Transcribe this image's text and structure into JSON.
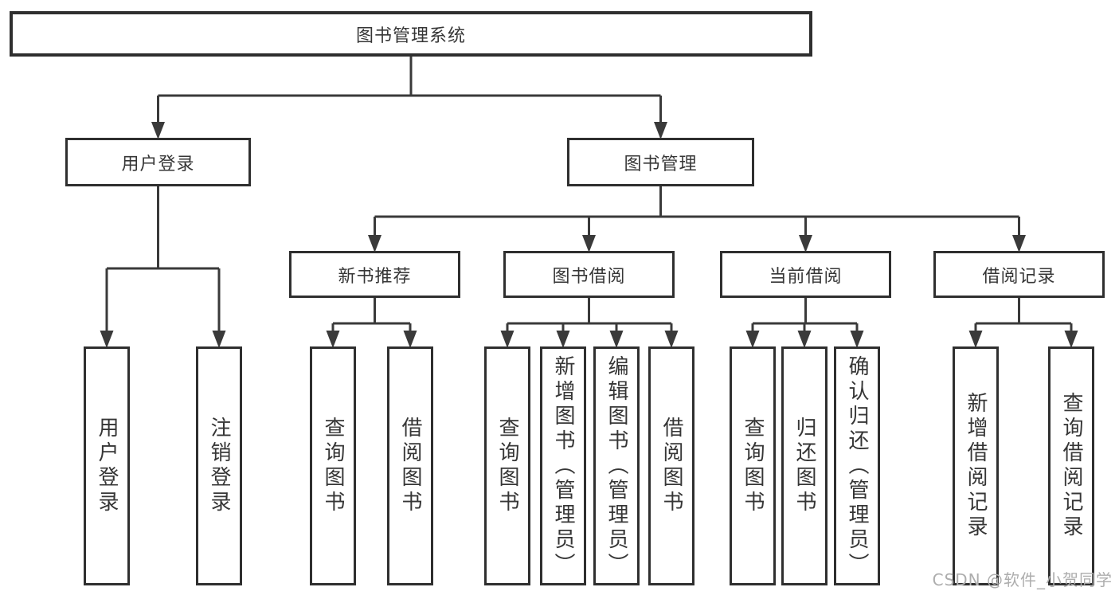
{
  "watermark": {
    "text": "CSDN @软件_小贺同学"
  },
  "colors": {
    "line": "#3a3a3a",
    "box_border": "#2f2f2f",
    "text": "#363636",
    "background": "#ffffff",
    "watermark": "#adadad"
  },
  "diagram": {
    "title": "图书管理系统",
    "tree": {
      "name": "library-system",
      "label": "图书管理系统",
      "children": [
        {
          "name": "user-login-group",
          "label": "用户登录",
          "children": [
            {
              "name": "user-login",
              "label": "用户登录"
            },
            {
              "name": "logout",
              "label": "注销登录"
            }
          ]
        },
        {
          "name": "book-management",
          "label": "图书管理",
          "children": [
            {
              "name": "new-book-recommend",
              "label": "新书推荐",
              "children": [
                {
                  "name": "query-books-1",
                  "label": "查询图书"
                },
                {
                  "name": "borrow-books-1",
                  "label": "借阅图书"
                }
              ]
            },
            {
              "name": "book-borrowing",
              "label": "图书借阅",
              "children": [
                {
                  "name": "query-books-2",
                  "label": "查询图书"
                },
                {
                  "name": "add-book-admin",
                  "label": "新增图书（管理员）"
                },
                {
                  "name": "edit-book-admin",
                  "label": "编辑图书（管理员）"
                },
                {
                  "name": "borrow-books-2",
                  "label": "借阅图书"
                }
              ]
            },
            {
              "name": "current-borrowing",
              "label": "当前借阅",
              "children": [
                {
                  "name": "query-books-3",
                  "label": "查询图书"
                },
                {
                  "name": "return-books",
                  "label": "归还图书"
                },
                {
                  "name": "confirm-return-admin",
                  "label": "确认归还（管理员）"
                }
              ]
            },
            {
              "name": "borrow-records",
              "label": "借阅记录",
              "children": [
                {
                  "name": "add-borrow-record",
                  "label": "新增借阅记录"
                },
                {
                  "name": "query-borrow-record",
                  "label": "查询借阅记录"
                }
              ]
            }
          ]
        }
      ]
    }
  }
}
